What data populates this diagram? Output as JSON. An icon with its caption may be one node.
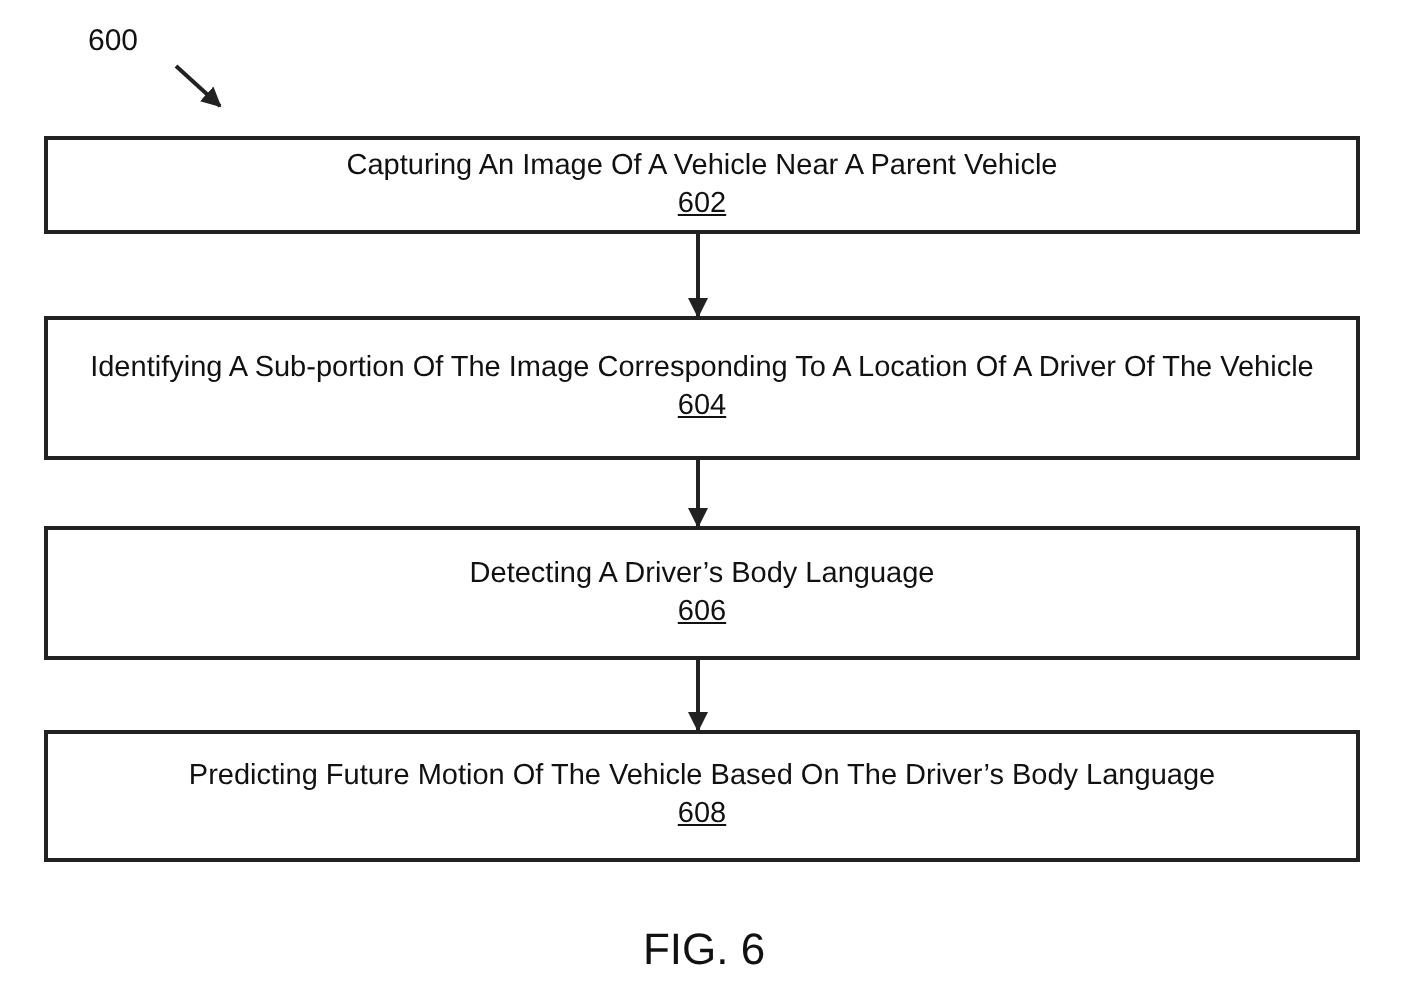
{
  "diagram": {
    "caption": "FIG. 6",
    "nodes": [
      {
        "text": [
          "Capturing An Image Of A Vehicle Near A Parent Vehicle",
          "602"
        ]
      },
      {
        "text": [
          "Identifying A Sub-portion Of The Image Corresponding To A Location Of A Driver Of The Vehicle",
          "604"
        ]
      },
      {
        "text": [
          "Detecting A Driver’s Body Language",
          "606"
        ]
      },
      {
        "text": [
          "Predicting Future Motion Of The Vehicle Based On The Driver’s Body Language",
          "608"
        ]
      }
    ],
    "edges": [
      {
        "from": 0,
        "to": 1,
        "arrow": "to"
      },
      {
        "from": 1,
        "to": 2,
        "arrow": "to"
      },
      {
        "from": 2,
        "to": 3,
        "arrow": "to"
      }
    ],
    "labels": [
      "600"
    ]
  }
}
